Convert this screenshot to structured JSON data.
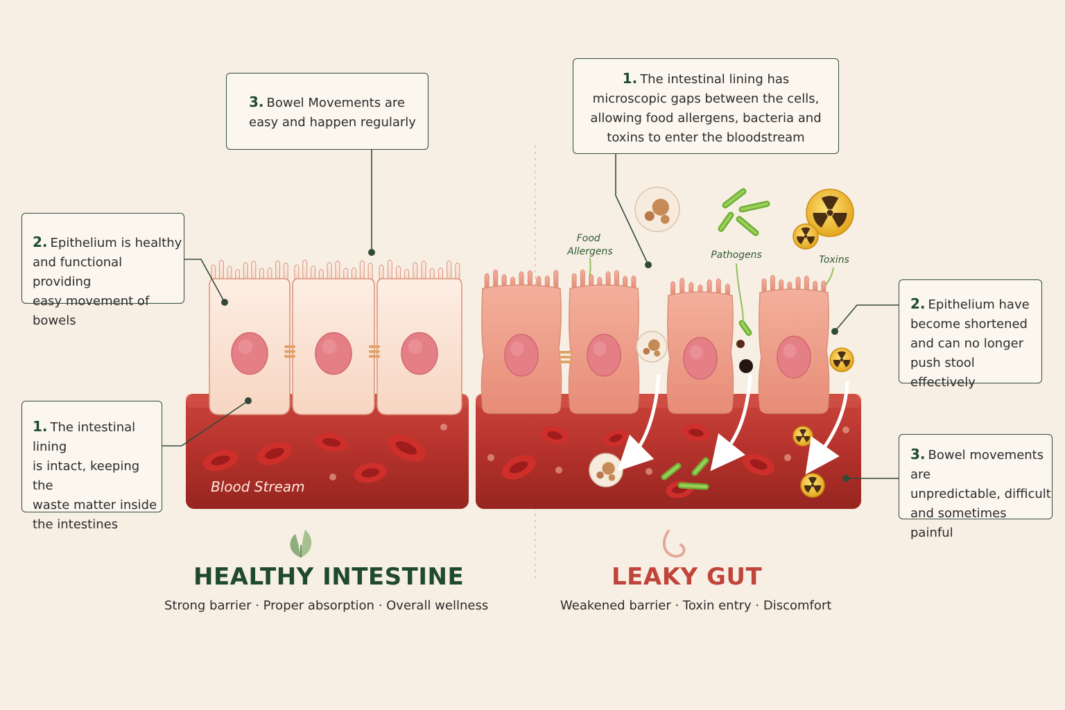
{
  "healthy": {
    "callouts": [
      {
        "num": "1.",
        "text": "The intestinal lining\nis intact, keeping the\nwaste matter inside\nthe intestines"
      },
      {
        "num": "2.",
        "text": "Epithelium is healthy\nand functional providing\neasy movement of bowels"
      },
      {
        "num": "3.",
        "text": "Bowel Movements are\neasy and happen regularly"
      }
    ],
    "blood_label": "Blood Stream",
    "title": "HEALTHY INTESTINE",
    "subtitle": "Strong barrier · Proper absorption · Overall wellness"
  },
  "leaky": {
    "callouts": [
      {
        "num": "1.",
        "text": "The intestinal lining has\nmicroscopic gaps between the cells,\nallowing food allergens, bacteria and\ntoxins to enter the bloodstream"
      },
      {
        "num": "2.",
        "text": "Epithelium have\nbecome shortened\nand can no longer\npush stool effectively"
      },
      {
        "num": "3.",
        "text": "Bowel movements are\nunpredictable, difficult\nand sometimes painful"
      }
    ],
    "labels": {
      "food_allergens": "Food\nAllergens",
      "pathogens": "Pathogens",
      "toxins": "Toxins"
    },
    "title": "LEAKY GUT",
    "subtitle": "Weakened barrier · Toxin entry · Discomfort"
  },
  "colors": {
    "healthy_title": "#1f4a2e",
    "leaky_title": "#c0443a",
    "blood": "#b8352f",
    "healthy_cell": "#fbe4d6",
    "leaky_cell": "#ec9a84",
    "nucleus": "#e7818a",
    "callout_border": "#2f4a38"
  },
  "icons": [
    "leaf-icon",
    "intestine-curl-icon",
    "radiation-icon",
    "bacteria-icon",
    "allergen-particle-icon"
  ]
}
